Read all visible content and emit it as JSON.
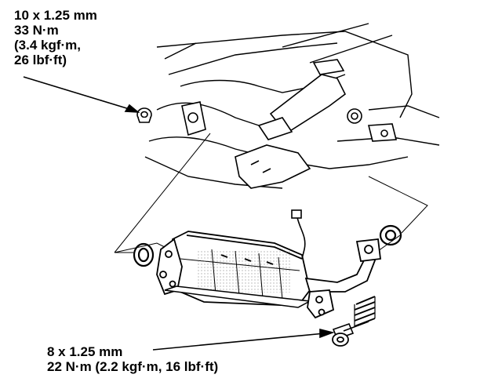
{
  "callouts": {
    "top": {
      "lines": [
        "10 x 1.25 mm",
        "33 N·m",
        "(3.4 kgf·m,",
        "26 lbf·ft)"
      ]
    },
    "bottom": {
      "lines": [
        "8 x 1.25 mm",
        "22 N·m (2.2 kgf·m, 16 lbf·ft)"
      ]
    }
  },
  "colors": {
    "ink": "#000000",
    "paper": "#ffffff",
    "hatch": "#9a9a9a"
  }
}
